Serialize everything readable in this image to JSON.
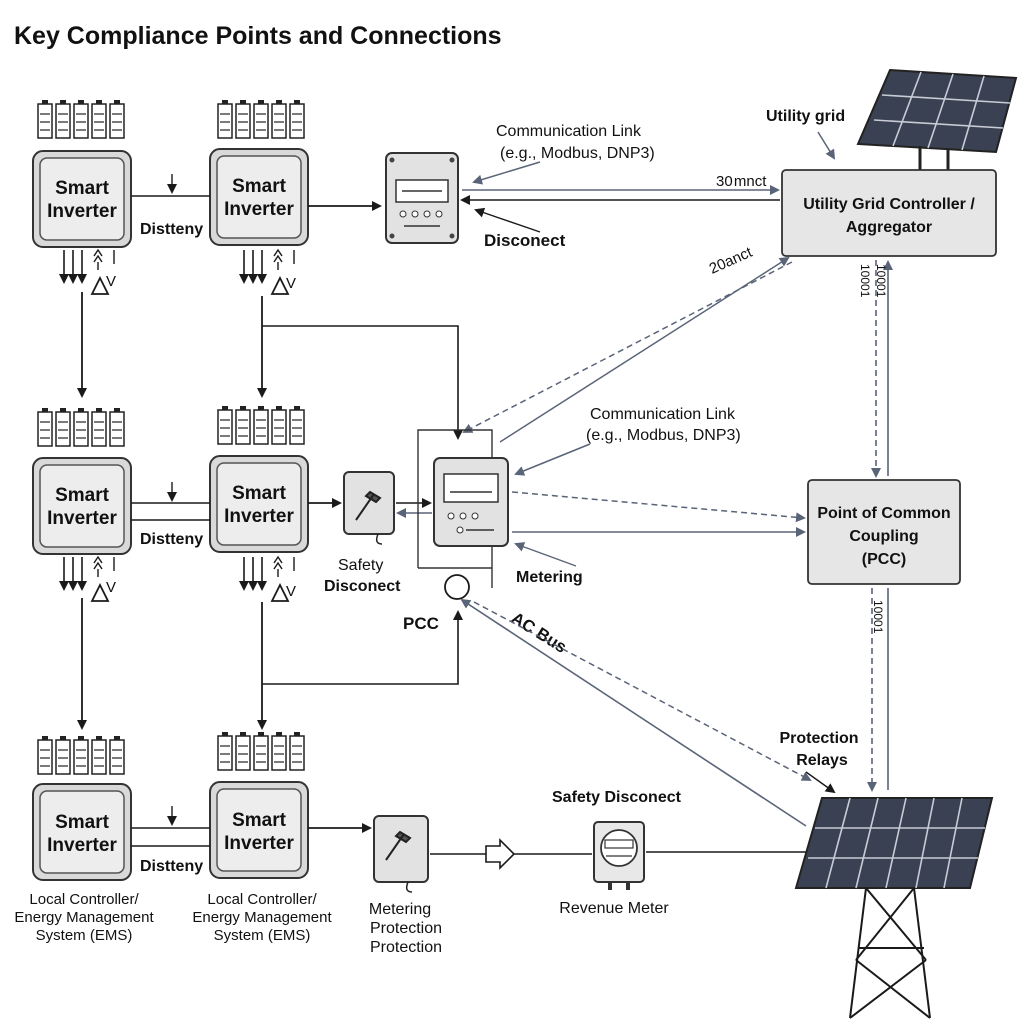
{
  "title": "Key Compliance Points and Connections",
  "inverter_label_line1": "Smart",
  "inverter_label_line2": "Inverter",
  "distteny_label": "Distteny",
  "local_controller_lines": [
    "Local Controller/",
    "Energy Management",
    "System (EMS)"
  ],
  "comm_link_top": [
    "Communication Link",
    "(e.g., Modbus, DNP3)"
  ],
  "comm_link_mid": [
    "Communication Link",
    "(e.g., Modbus, DNP3)"
  ],
  "disconect_label": "Disconect",
  "utility_grid_label": "Utility grid",
  "utility_controller_lines": [
    "Utility Grid Controller /",
    "Aggregator"
  ],
  "connect_30_label": "30 mnct",
  "connect_20_label": "20anct",
  "vertical_label_a": "10001",
  "vertical_label_b": "10001",
  "vertical_label_c": "10001",
  "safety_disconect_lines": [
    "Safety",
    "Disconect"
  ],
  "metering_label": "Metering",
  "pcc_label": "PCC",
  "ac_bus_label": "AC Bus",
  "pcc_box_lines": [
    "Point of Common",
    "Coupling",
    "(PCC)"
  ],
  "protection_relays_lines": [
    "Protection",
    "Relays"
  ],
  "safety_disconect_bottom": "Safety Disconect",
  "revenue_meter_label": "Revenue Meter",
  "metering_protection_lines": [
    "Metering",
    "Protection",
    "Protection"
  ],
  "v_label": "V",
  "colors": {
    "line": "#1a1a1a",
    "comm_line": "#5a6478",
    "box_fill": "#e6e6e6",
    "panel_cell": "#3a4152"
  }
}
